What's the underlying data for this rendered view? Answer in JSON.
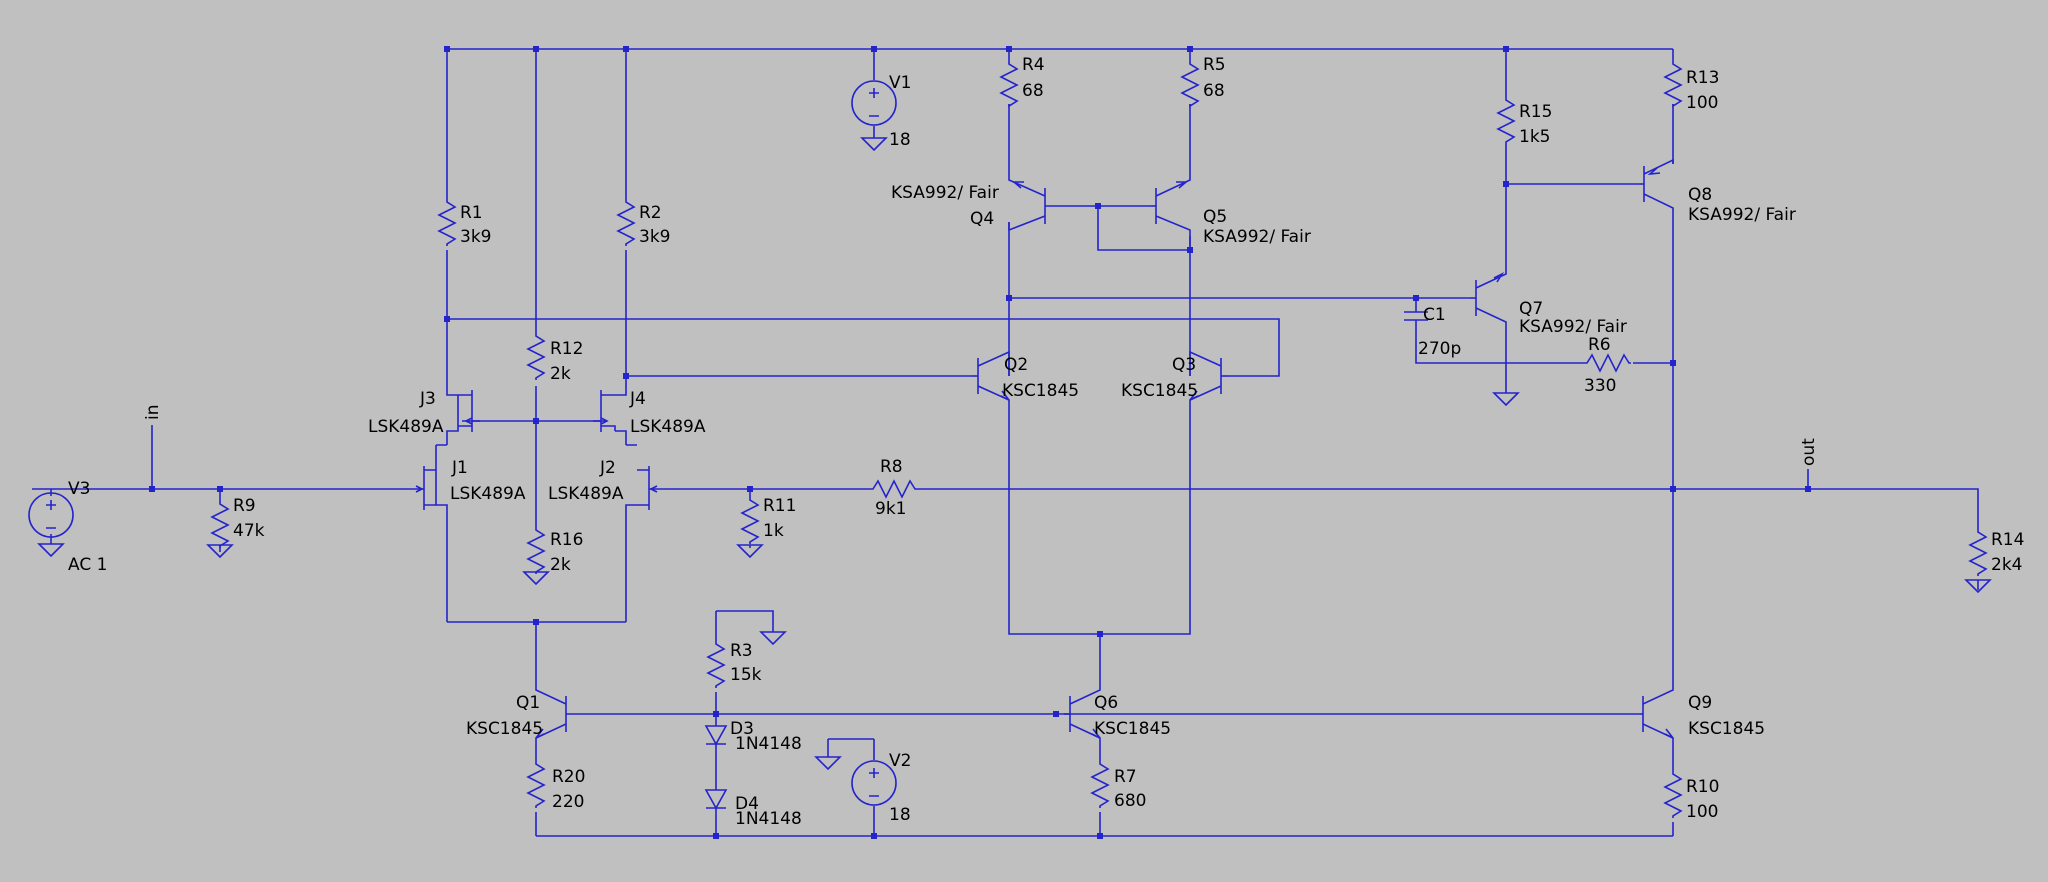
{
  "colors": {
    "background": "#c0c0c0",
    "wire": "#2424cc",
    "text": "#000000"
  },
  "resistors": [
    {
      "ref": "R1",
      "value": "3k9"
    },
    {
      "ref": "R2",
      "value": "3k9"
    },
    {
      "ref": "R3",
      "value": "15k"
    },
    {
      "ref": "R4",
      "value": "68"
    },
    {
      "ref": "R5",
      "value": "68"
    },
    {
      "ref": "R6",
      "value": "330"
    },
    {
      "ref": "R7",
      "value": "680"
    },
    {
      "ref": "R8",
      "value": "9k1"
    },
    {
      "ref": "R9",
      "value": "47k"
    },
    {
      "ref": "R10",
      "value": "100"
    },
    {
      "ref": "R11",
      "value": "1k"
    },
    {
      "ref": "R12",
      "value": "2k"
    },
    {
      "ref": "R13",
      "value": "100"
    },
    {
      "ref": "R14",
      "value": "2k4"
    },
    {
      "ref": "R15",
      "value": "1k5"
    },
    {
      "ref": "R16",
      "value": "2k"
    },
    {
      "ref": "R20",
      "value": "220"
    }
  ],
  "transistors": [
    {
      "ref": "Q1",
      "model": "KSC1845"
    },
    {
      "ref": "Q2",
      "model": "KSC1845"
    },
    {
      "ref": "Q3",
      "model": "KSC1845"
    },
    {
      "ref": "Q4",
      "model": "KSA992/ Fair"
    },
    {
      "ref": "Q5",
      "model": "KSA992/ Fair"
    },
    {
      "ref": "Q6",
      "model": "KSC1845"
    },
    {
      "ref": "Q7",
      "model": "KSA992/ Fair"
    },
    {
      "ref": "Q8",
      "model": "KSA992/ Fair"
    },
    {
      "ref": "Q9",
      "model": "KSC1845"
    }
  ],
  "jfets": [
    {
      "ref": "J1",
      "model": "LSK489A"
    },
    {
      "ref": "J2",
      "model": "LSK489A"
    },
    {
      "ref": "J3",
      "model": "LSK489A"
    },
    {
      "ref": "J4",
      "model": "LSK489A"
    }
  ],
  "diodes": [
    {
      "ref": "D3",
      "model": "1N4148"
    },
    {
      "ref": "D4",
      "model": "1N4148"
    }
  ],
  "capacitors": [
    {
      "ref": "C1",
      "value": "270p"
    }
  ],
  "sources": [
    {
      "ref": "V1",
      "value": "18"
    },
    {
      "ref": "V2",
      "value": "18"
    },
    {
      "ref": "V3",
      "value": "AC 1"
    }
  ],
  "net_labels": [
    "in",
    "out"
  ]
}
